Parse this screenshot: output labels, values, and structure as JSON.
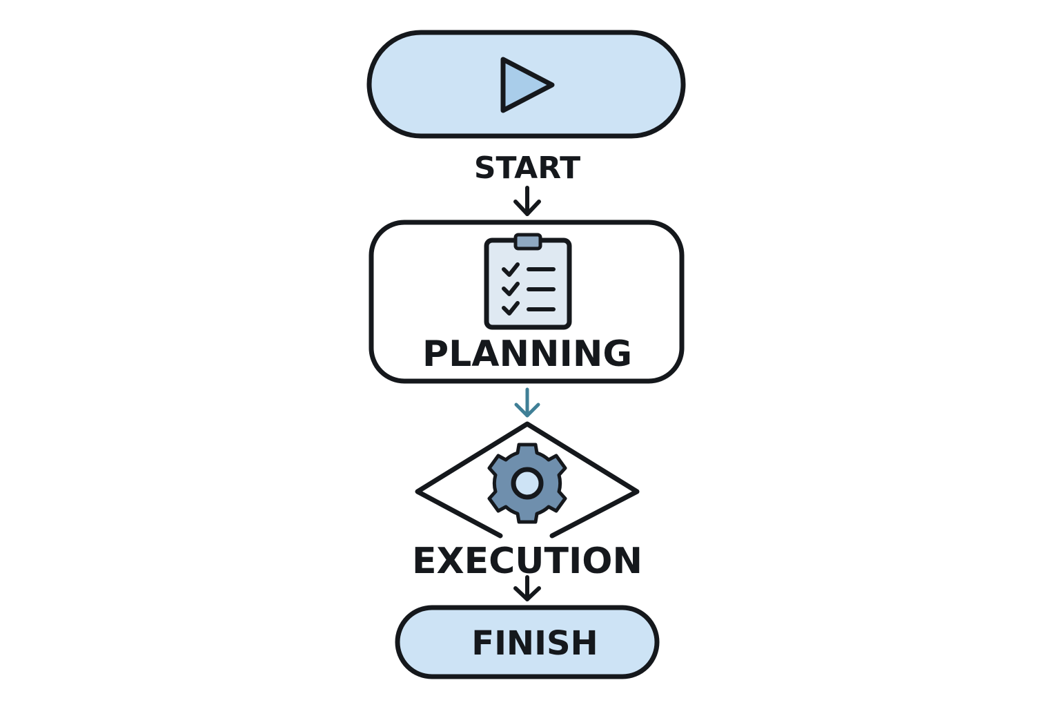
{
  "flow": {
    "steps": [
      {
        "id": "start",
        "label": "START",
        "shape": "terminator",
        "icon": "play-icon"
      },
      {
        "id": "planning",
        "label": "PLANNING",
        "shape": "process",
        "icon": "clipboard-checklist-icon"
      },
      {
        "id": "execution",
        "label": "EXECUTION",
        "shape": "decision",
        "icon": "gear-icon"
      },
      {
        "id": "finish",
        "label": "FINISH",
        "shape": "terminator",
        "icon": ""
      }
    ],
    "connectors": [
      {
        "from": "start",
        "to": "planning"
      },
      {
        "from": "planning",
        "to": "execution"
      },
      {
        "from": "execution",
        "to": "finish"
      }
    ]
  },
  "colors": {
    "outline": "#15181c",
    "terminator_fill": "#cde3f5",
    "icon_fill": "#a9cdea",
    "icon_light": "#dfe9f2",
    "gear_fill": "#6f8fad",
    "mid_arrow": "#3f7f96",
    "background": "#ffffff"
  }
}
